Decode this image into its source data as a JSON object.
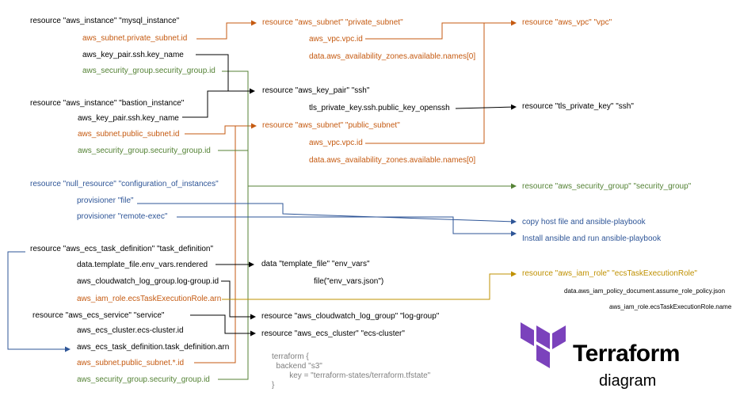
{
  "colors": {
    "black": "#000000",
    "orange": "#c55a11",
    "green": "#548235",
    "blue": "#2e5597",
    "gold": "#bf9000",
    "gray": "#7f7f7f",
    "logo_purple": "#7b42bc"
  },
  "nodes": {
    "mysql_instance": "resource \"aws_instance\" \"mysql_instance\"",
    "mysql_subnet": "aws_subnet.private_subnet.id",
    "mysql_key": "aws_key_pair.ssh.key_name",
    "mysql_sg": "aws_security_group.security_group.id",
    "bastion_instance": "resource \"aws_instance\" \"bastion_instance\"",
    "bastion_key": "aws_key_pair.ssh.key_name",
    "bastion_subnet": "aws_subnet.public_subnet.id",
    "bastion_sg": "aws_security_group.security_group.id",
    "null_resource": "resource \"null_resource\" \"configuration_of_instances\"",
    "prov_file": "provisioner \"file\"",
    "prov_remote": "provisioner \"remote-exec\"",
    "task_def": "resource \"aws_ecs_task_definition\" \"task_definition\"",
    "td_template": "data.template_file.env_vars.rendered",
    "td_log": "aws_cloudwatch_log_group.log-group.id",
    "td_role": "aws_iam_role.ecsTaskExecutionRole.arn",
    "ecs_service": "resource \"aws_ecs_service\" \"service\"",
    "svc_cluster": "aws_ecs_cluster.ecs-cluster.id",
    "svc_taskdef": "aws_ecs_task_definition.task_definition.arn",
    "svc_subnet": "aws_subnet.public_subnet.*.id",
    "svc_sg": "aws_security_group.security_group.id",
    "private_subnet": "resource \"aws_subnet\" \"private_subnet\"",
    "ps_vpc": "aws_vpc.vpc.id",
    "ps_az": "data.aws_availability_zones.available.names[0]",
    "key_pair": "resource \"aws_key_pair\" \"ssh\"",
    "kp_tls": "tls_private_key.ssh.public_key_openssh",
    "public_subnet": "resource \"aws_subnet\" \"public_subnet\"",
    "pub_vpc": "aws_vpc.vpc.id",
    "pub_az": "data.aws_availability_zones.available.names[0]",
    "template_file": "data \"template_file\" \"env_vars\"",
    "tf_file": "file(\"env_vars.json\")",
    "log_group": "resource \"aws_cloudwatch_log_group\" \"log-group\"",
    "ecs_cluster": "resource \"aws_ecs_cluster\" \"ecs-cluster\"",
    "vpc": "resource \"aws_vpc\" \"vpc\"",
    "tls_key": "resource \"tls_private_key\" \"ssh\"",
    "security_group": "resource \"aws_security_group\" \"security_group\"",
    "copy_host": "copy host file and ansible-playbook",
    "install_ansible": "Install ansible and run ansible-playbook",
    "iam_role": "resource \"aws_iam_role\" \"ecsTaskExecutionRole\"",
    "iam_policy": "data.aws_iam_policy_document.assume_role_policy.json",
    "iam_name": "aws_iam_role.ecsTaskExecutionRole.name"
  },
  "backend_code": "terraform {\n  backend \"s3\"\n        key = \"terraform-states/terraform.tfstate\"\n}",
  "brand": {
    "name": "Terraform",
    "subtitle": "diagram",
    "logo_icon": "terraform-logo-icon"
  }
}
